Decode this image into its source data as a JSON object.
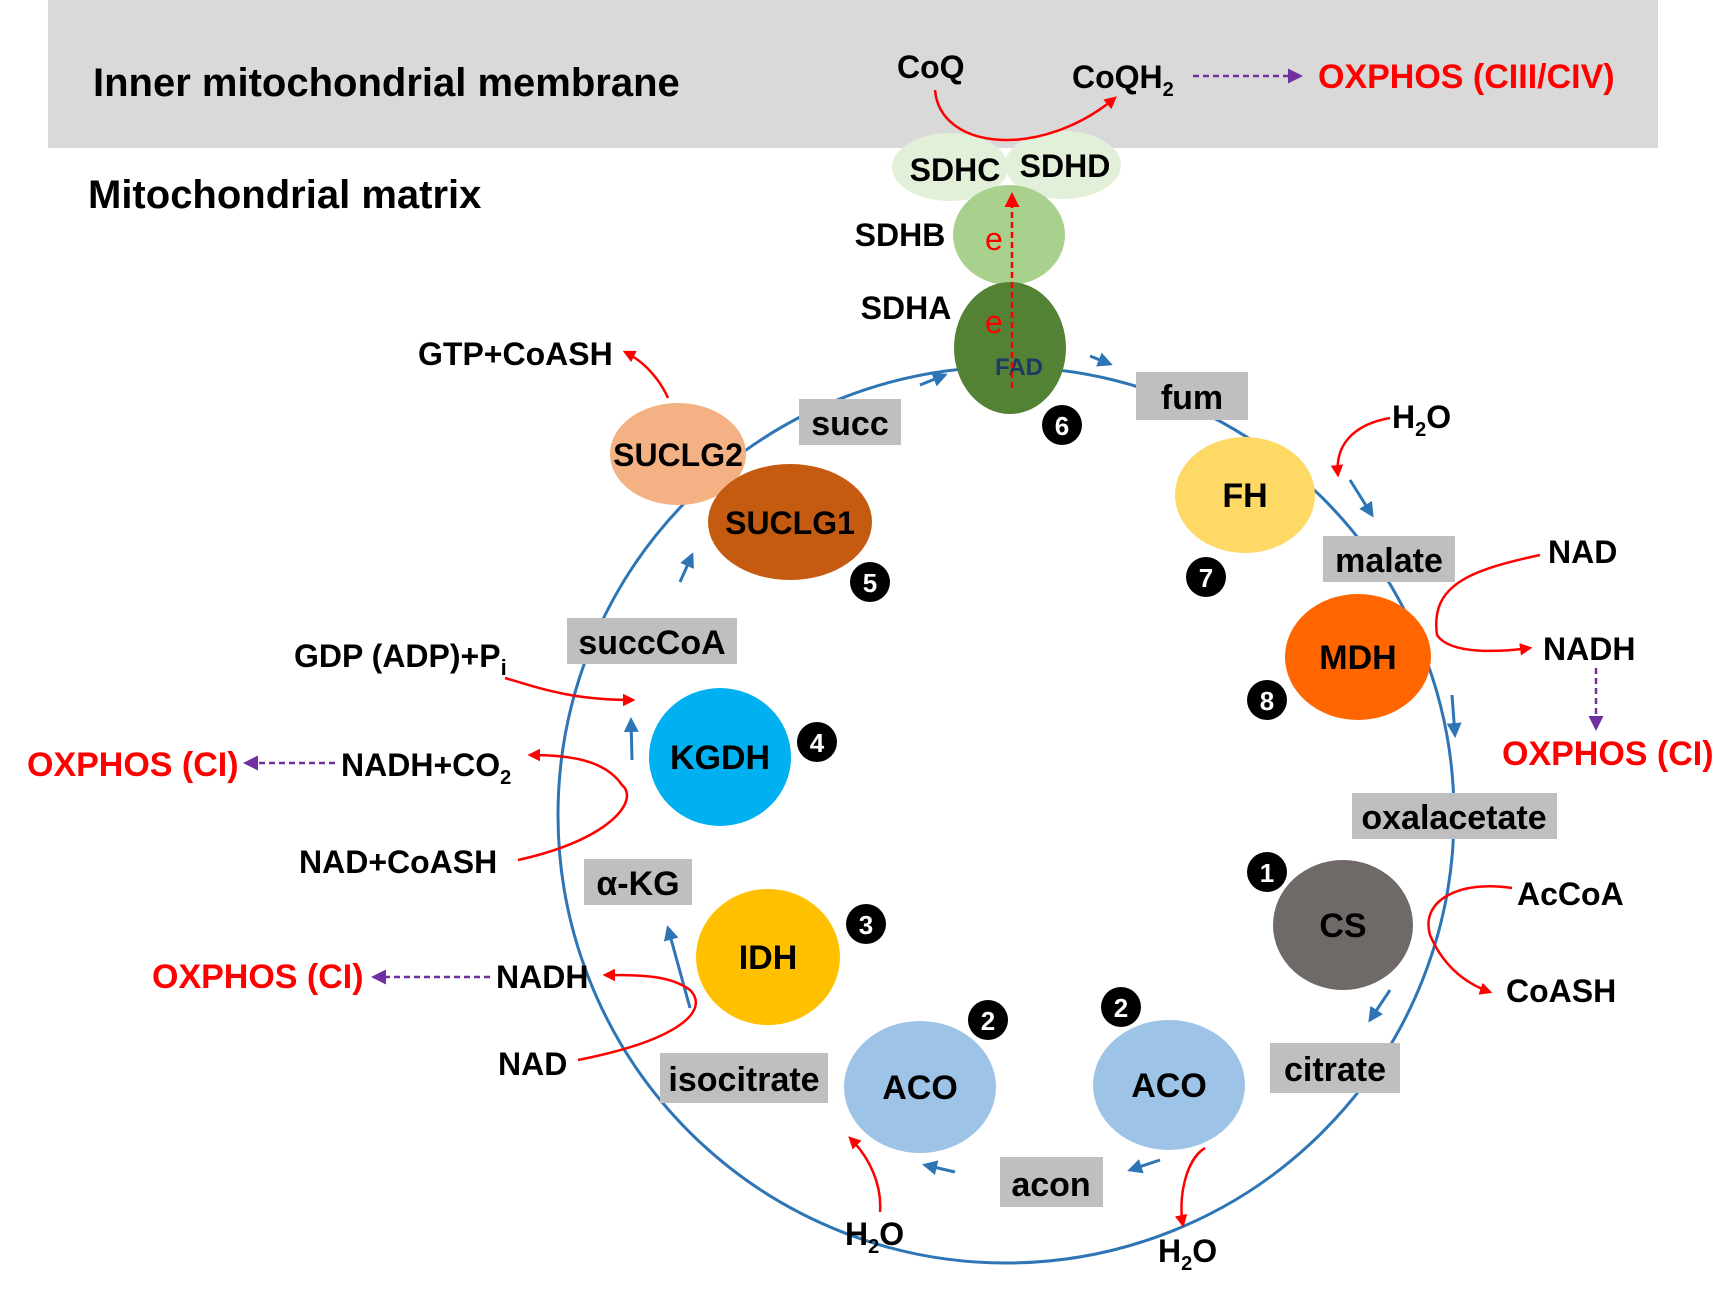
{
  "regions": {
    "membrane": "Inner mitochondrial membrane",
    "matrix": "Mitochondrial matrix"
  },
  "metabolites": {
    "oxalacetate": "oxalacetate",
    "citrate": "citrate",
    "acon": "acon",
    "isocitrate": "isocitrate",
    "akg": "α-KG",
    "succcoa": "succCoA",
    "succ": "succ",
    "fum": "fum",
    "malate": "malate"
  },
  "enzymes": {
    "cs": "CS",
    "aco1": "ACO",
    "aco2": "ACO",
    "idh": "IDH",
    "kgdh": "KGDH",
    "suclg1": "SUCLG1",
    "suclg2": "SUCLG2",
    "sdha": "SDHA",
    "sdhb": "SDHB",
    "sdhc": "SDHC",
    "sdhd": "SDHD",
    "fad": "FAD",
    "electron": "e",
    "fh": "FH",
    "mdh": "MDH"
  },
  "steps": [
    "1",
    "2",
    "2",
    "3",
    "4",
    "5",
    "6",
    "7",
    "8"
  ],
  "cofactors": {
    "coq": "CoQ",
    "coqh2": "CoQH",
    "coqh2_sub": "2",
    "oxphos_ciii_civ": "OXPHOS (CIII/CIV)",
    "gtp_coash": "GTP+CoASH",
    "h2o_fh_pre": "H",
    "h2o_fh_sub": "2",
    "h2o_fh_post": "O",
    "nad_mdh": "NAD",
    "nadh_mdh": "NADH",
    "oxphos_ci_mdh": "OXPHOS (CI)",
    "accoa": "AcCoA",
    "coash_cs": "CoASH",
    "gdp": "GDP (ADP)+P",
    "gdp_sub": "i",
    "nadh_co2": "NADH+CO",
    "nadh_co2_sub": "2",
    "oxphos_ci_kgdh": "OXPHOS (CI)",
    "nad_coash": "NAD+CoASH",
    "nadh_idh": "NADH",
    "oxphos_ci_idh": "OXPHOS (CI)",
    "nad_idh": "NAD",
    "h2o_aco_pre": "H",
    "h2o_aco_sub": "2",
    "h2o_aco_post": "O",
    "h2o_out_pre": "H",
    "h2o_out_sub": "2",
    "h2o_out_post": "O"
  },
  "colors": {
    "membrane": "#d9d9d9",
    "cycle_arrow": "#2e75b6",
    "reaction_arrow": "#ff0000",
    "oxphos_text": "#ff0000",
    "oxphos_arrow": "#7030a0",
    "metabolite_box": "#bfbfbf",
    "cs": "#6f6a68",
    "aco": "#9dc3e6",
    "idh": "#ffc000",
    "kgdh": "#00b0f0",
    "suclg1": "#c55a11",
    "suclg2": "#f4b183",
    "sdha": "#548235",
    "sdhb": "#a9d18e",
    "sdhc_sdhd": "#e2f0d9",
    "fh": "#ffd966",
    "mdh": "#ff6600"
  }
}
